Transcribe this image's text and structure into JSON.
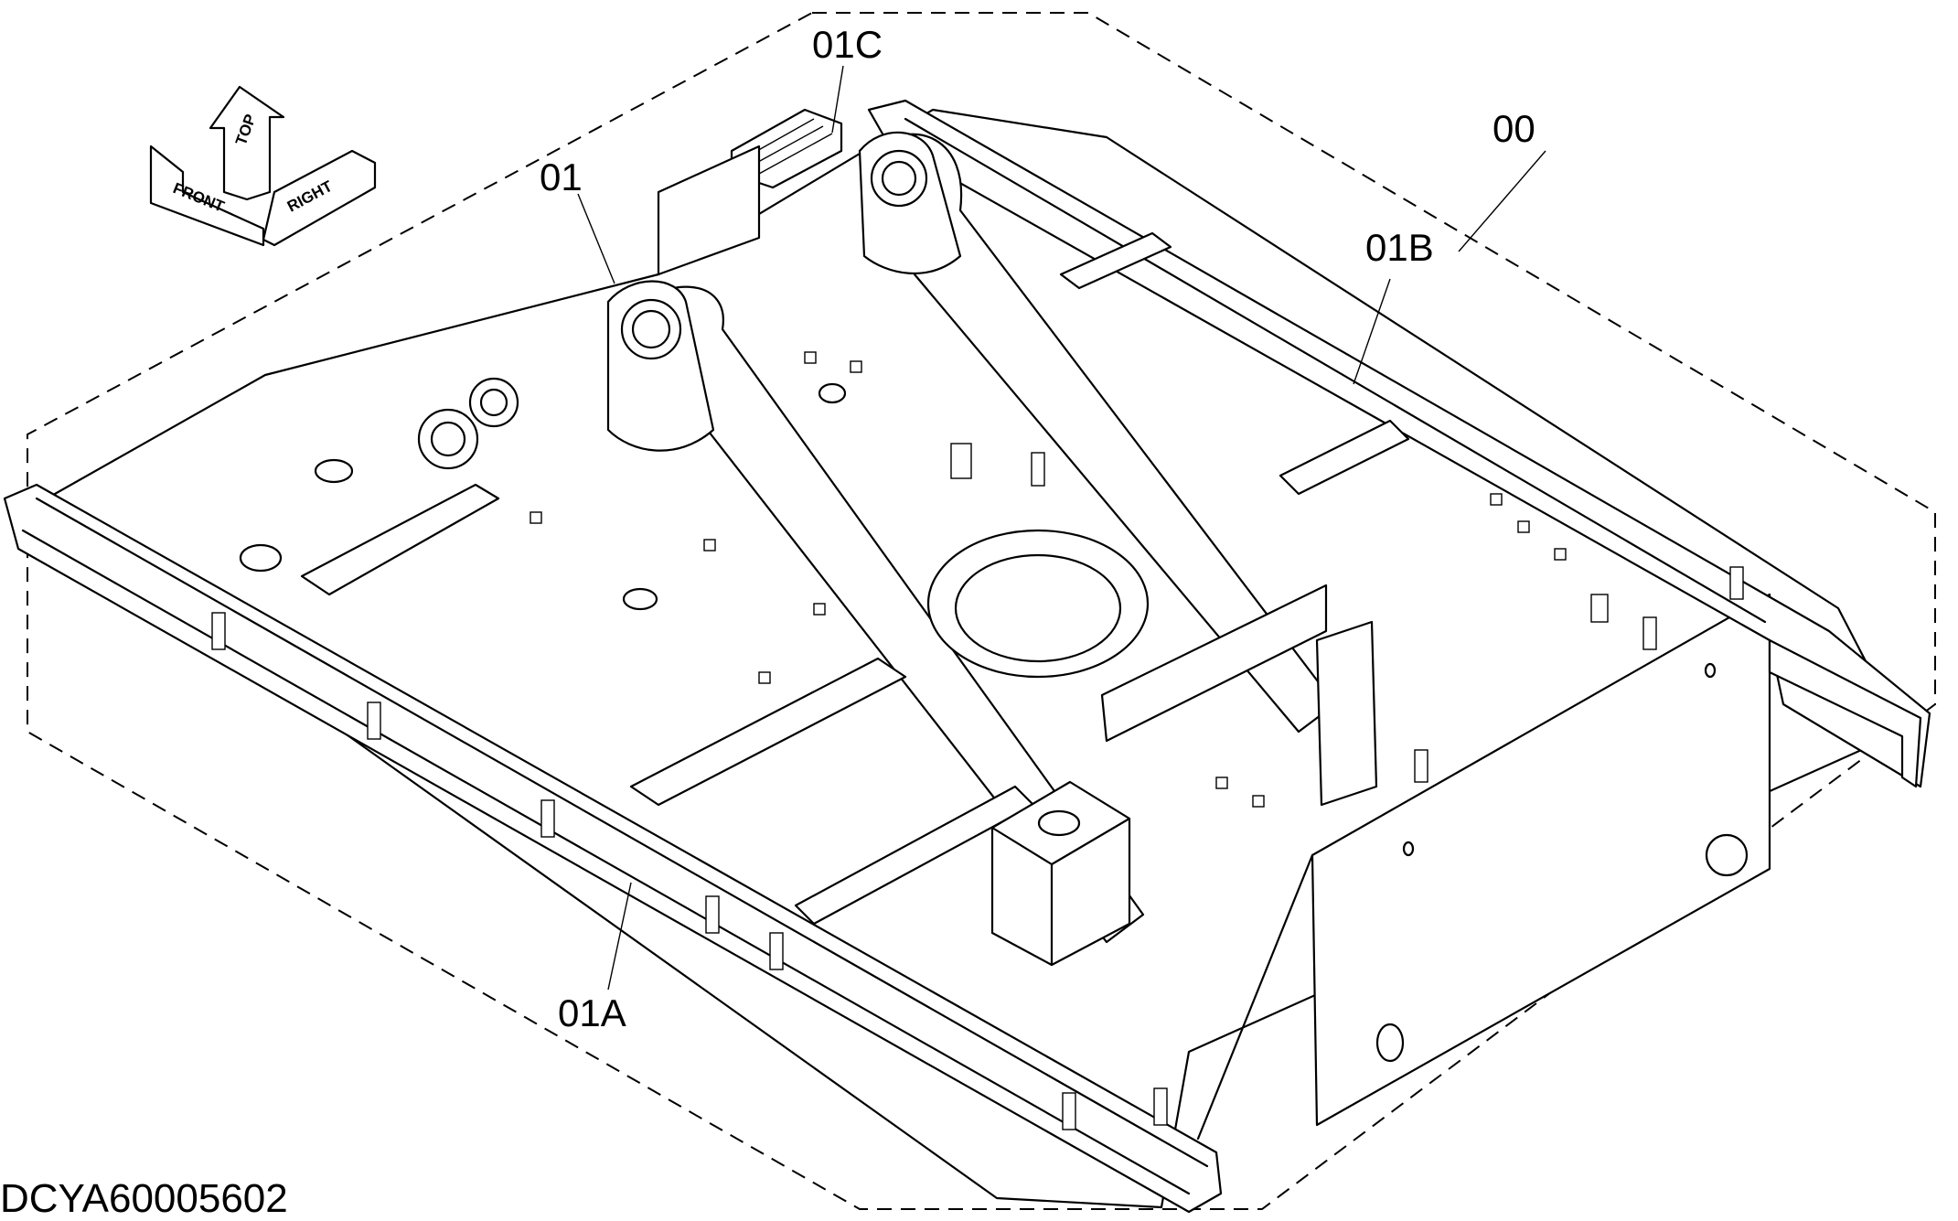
{
  "document_id": "DCYA60005602",
  "callouts": {
    "assembly": "00",
    "frame": "01",
    "left_side": "01A",
    "right_side": "01B",
    "step": "01C"
  },
  "orientation": {
    "top": "TOP",
    "front": "FRONT",
    "right": "RIGHT"
  }
}
